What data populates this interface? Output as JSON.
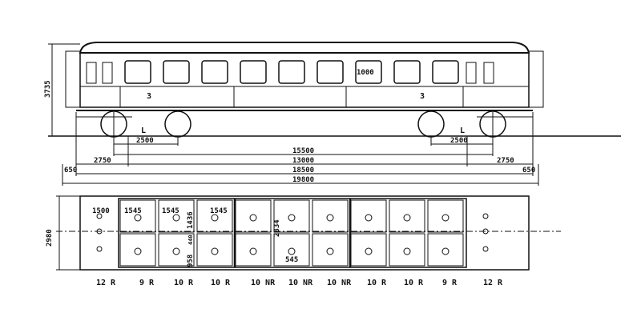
{
  "colors": {
    "ink": "#111111",
    "paper": "#ffffff"
  },
  "side_view": {
    "class_marks": [
      "3",
      "3"
    ],
    "bogie_marks": [
      "L",
      "L"
    ],
    "window_width": "1000",
    "height": "3735"
  },
  "dimensions": {
    "bogie_wheelbase_left": "2500",
    "bogie_wheelbase_right": "2500",
    "bogie_centres": "15500",
    "overhang_left": "2750",
    "overhang_right": "2750",
    "middle": "13000",
    "body_length": "18500",
    "buffer_left": "650",
    "buffer_right": "650",
    "overall_length": "19800"
  },
  "plan_view": {
    "width": "2980",
    "vestibule": "1500",
    "pitches": [
      "1545",
      "1545",
      "1545"
    ],
    "aisle": "1436",
    "seat": "958",
    "seat_small": "440",
    "inner_width": "2834",
    "gap": "545"
  },
  "compartment_labels": [
    "12 R",
    "9 R",
    "10 R",
    "10 R",
    "10 NR",
    "10 NR",
    "10 NR",
    "10 R",
    "10 R",
    "9 R",
    "12 R"
  ]
}
